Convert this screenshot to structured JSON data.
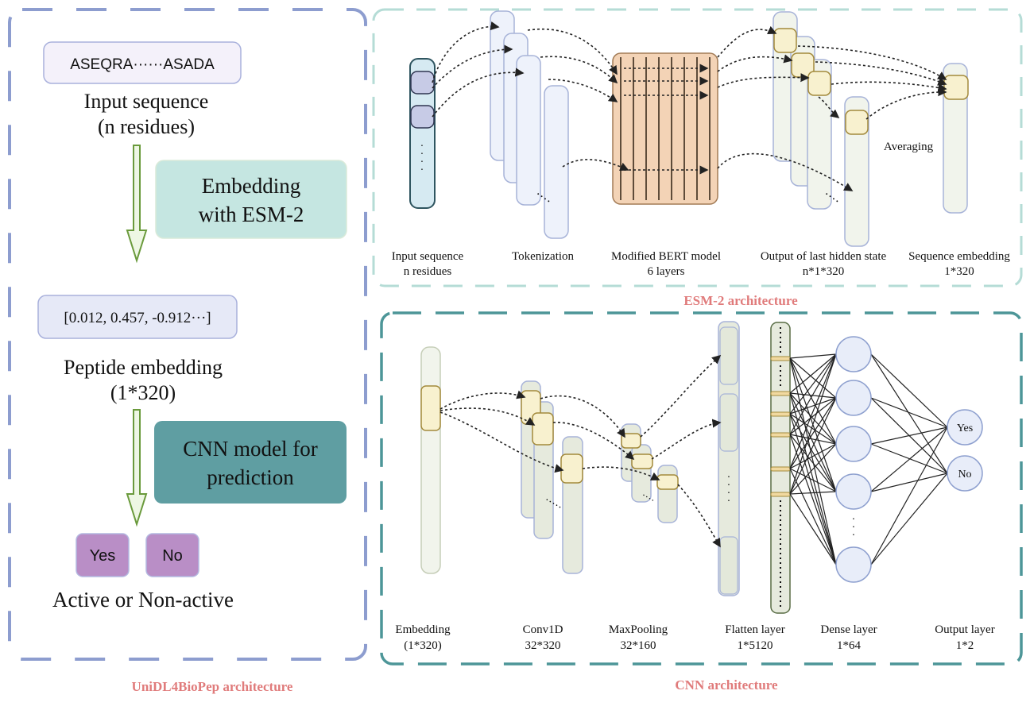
{
  "left_panel": {
    "input_box": "ASEQRA······ASADA",
    "input_label_line1": "Input sequence",
    "input_label_line2": "(n residues)",
    "embed_box_line1": "Embedding",
    "embed_box_line2": "with  ESM-2",
    "vector_box": "[0.012, 0.457, -0.912···]",
    "peptide_label_line1": "Peptide embedding",
    "peptide_label_line2": "(1*320)",
    "cnn_box_line1": "CNN model for",
    "cnn_box_line2": "prediction",
    "yes_button": "Yes",
    "no_button": "No",
    "result_label": "Active or  Non-active",
    "caption": "UniDL4BioPep architecture"
  },
  "esm_panel": {
    "averaging": "Averaging",
    "labels": [
      {
        "line1": "Input sequence",
        "line2": "n residues"
      },
      {
        "line1": "Tokenization",
        "line2": ""
      },
      {
        "line1": "Modified BERT model",
        "line2": "6 layers"
      },
      {
        "line1": "Output of last hidden state",
        "line2": "n*1*320"
      },
      {
        "line1": "Sequence embedding",
        "line2": "1*320"
      }
    ],
    "caption": "ESM-2 architecture"
  },
  "cnn_panel": {
    "output_yes": "Yes",
    "output_no": "No",
    "labels": [
      {
        "line1": "Embedding",
        "line2": "(1*320)"
      },
      {
        "line1": "Conv1D",
        "line2": "32*320"
      },
      {
        "line1": "MaxPooling",
        "line2": "32*160"
      },
      {
        "line1": "Flatten layer",
        "line2": "1*5120"
      },
      {
        "line1": "Dense layer",
        "line2": "1*64"
      },
      {
        "line1": "Output layer",
        "line2": "1*2"
      }
    ],
    "caption": "CNN architecture"
  },
  "colors": {
    "left_border": "#8d9dcf",
    "esm_border": "#b5dcd6",
    "cnn_border": "#4d9698",
    "caption": "#e07b7b",
    "embed_box": "#c5e6e1",
    "cnn_box": "#5f9ea2",
    "yes_no": "#b98ec6",
    "bert": "#f3d3b6"
  }
}
